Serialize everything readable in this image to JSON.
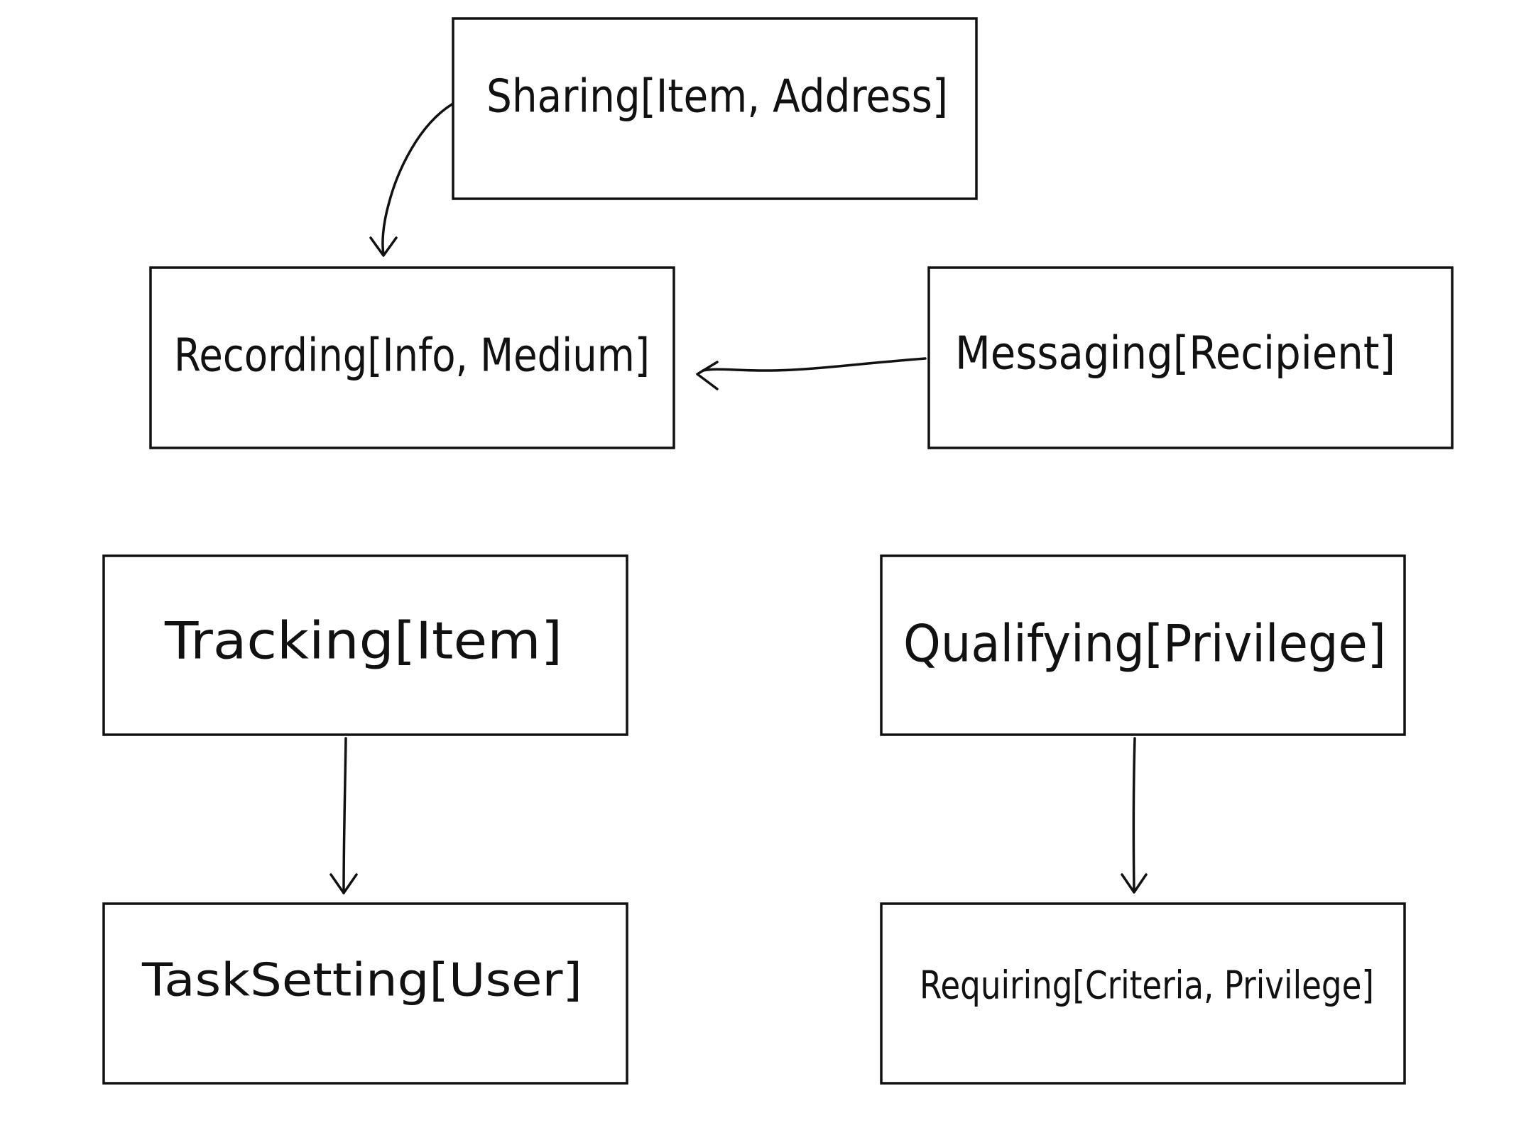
{
  "diagram": {
    "nodes": [
      {
        "id": "sharing",
        "label": "Sharing[Item, Address]"
      },
      {
        "id": "recording",
        "label": "Recording[Info, Medium]"
      },
      {
        "id": "messaging",
        "label": "Messaging[Recipient]"
      },
      {
        "id": "tracking",
        "label": "Tracking[Item]"
      },
      {
        "id": "qualifying",
        "label": "Qualifying[Privilege]"
      },
      {
        "id": "tasksetting",
        "label": "TaskSetting[User]"
      },
      {
        "id": "requiring",
        "label": "Requiring[Criteria, Privilege]"
      }
    ],
    "edges": [
      {
        "from": "sharing",
        "to": "recording"
      },
      {
        "from": "messaging",
        "to": "recording"
      },
      {
        "from": "tracking",
        "to": "tasksetting"
      },
      {
        "from": "qualifying",
        "to": "requiring"
      }
    ],
    "colors": {
      "stroke": "#111111",
      "fill": "#ffffff",
      "background": "#ffffff"
    }
  }
}
